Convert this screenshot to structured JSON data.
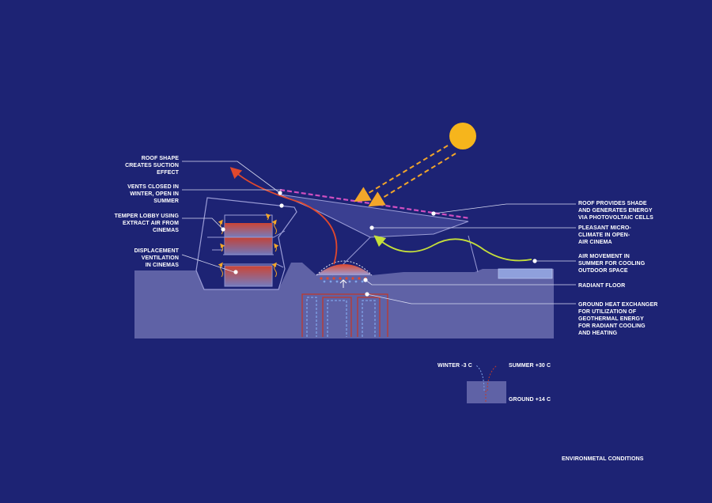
{
  "labels": {
    "roof_shape": [
      "ROOF SHAPE",
      "CREATES SUCTION",
      "EFFECT"
    ],
    "vents": [
      "VENTS CLOSED IN",
      "WINTER, OPEN IN",
      "SUMMER"
    ],
    "temper_lobby": [
      "TEMPER LOBBY USING",
      "EXTRACT AIR FROM",
      "CINEMAS"
    ],
    "displacement": [
      "DISPLACEMENT",
      "VENTILATION",
      "IN CINEMAS"
    ],
    "roof_shade": [
      "ROOF PROVIDES SHADE",
      "AND GENERATES ENERGY",
      "VIA PHOTOVOLTAIC CELLS"
    ],
    "microclimate": [
      "PLEASANT MICRO-",
      "CLIMATE IN OPEN-",
      "AIR CINEMA"
    ],
    "air_movement": [
      "AIR MOVEMENT IN",
      "SUMMER FOR COOLING",
      "OUTDOOR SPACE"
    ],
    "radiant_floor": [
      "RADIANT FLOOR"
    ],
    "ground_heat": [
      "GROUND HEAT EXCHANGER",
      "FOR UTILIZATION OF",
      "GEOTHERMAL ENERGY",
      "FOR RADIANT COOLING",
      " AND HEATING"
    ]
  },
  "legend": {
    "winter": "WINTER -3 C",
    "summer": "SUMMER +30 C",
    "ground": "GROUND +14 C"
  },
  "footer_title": "ENVIRONMETAL CONDITIONS",
  "colors": {
    "background": "#1d2374",
    "ground": "#5f62a6",
    "building_outline": "#9a9cd6",
    "sun": "#f6b51c",
    "sun_rays": "#f2a62a",
    "roof_pv": "#d04fc0",
    "warm_air": "#e0482d",
    "cool_air": "#c5df3a",
    "leader_line": "#d9dbf2"
  }
}
